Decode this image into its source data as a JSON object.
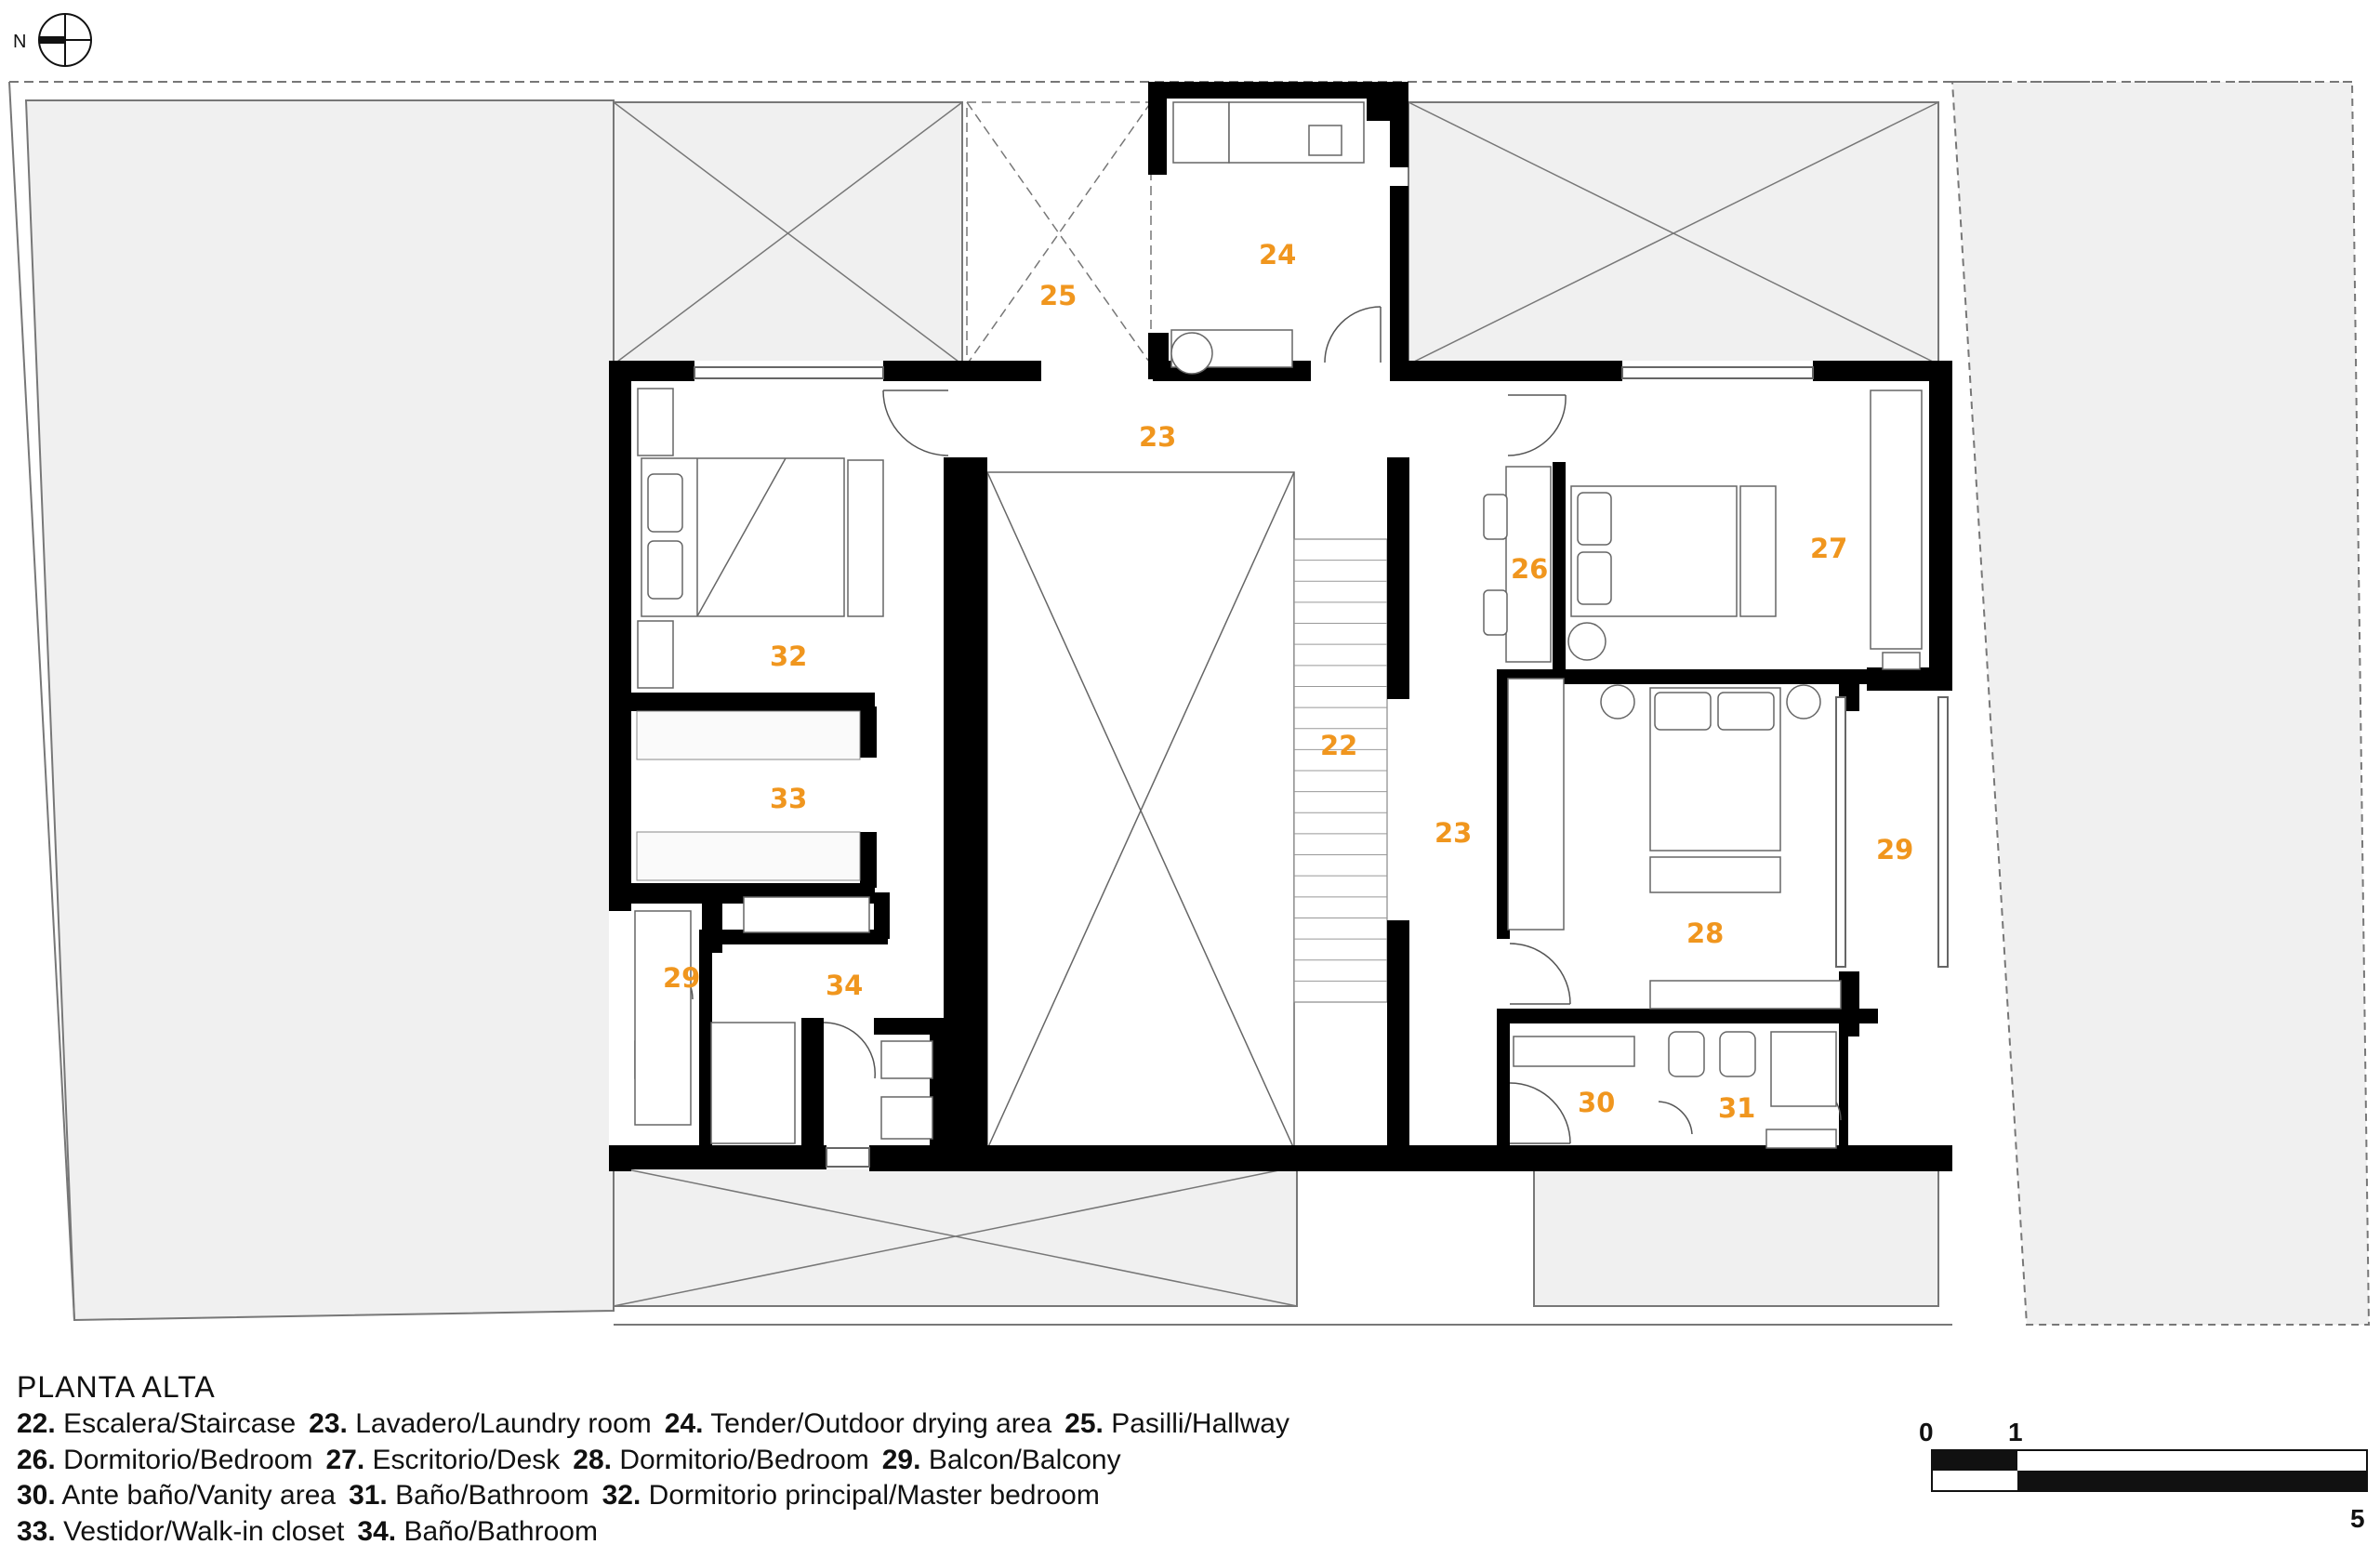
{
  "compass": {
    "label": "N"
  },
  "room_labels": [
    {
      "id": "r22",
      "text": "22"
    },
    {
      "id": "r23a",
      "text": "23"
    },
    {
      "id": "r23b",
      "text": "23"
    },
    {
      "id": "r24",
      "text": "24"
    },
    {
      "id": "r25",
      "text": "25"
    },
    {
      "id": "r26",
      "text": "26"
    },
    {
      "id": "r27",
      "text": "27"
    },
    {
      "id": "r28",
      "text": "28"
    },
    {
      "id": "r29a",
      "text": "29"
    },
    {
      "id": "r29b",
      "text": "29"
    },
    {
      "id": "r30",
      "text": "30"
    },
    {
      "id": "r31",
      "text": "31"
    },
    {
      "id": "r32",
      "text": "32"
    },
    {
      "id": "r33",
      "text": "33"
    },
    {
      "id": "r34",
      "text": "34"
    }
  ],
  "legend": {
    "title": "PLANTA ALTA",
    "rows": [
      [
        {
          "num": "22.",
          "text": "Escalera/Staircase"
        },
        {
          "num": "23.",
          "text": "Lavadero/Laundry room"
        },
        {
          "num": "24.",
          "text": "Tender/Outdoor drying area"
        },
        {
          "num": "25.",
          "text": "Pasilli/Hallway"
        }
      ],
      [
        {
          "num": "26.",
          "text": "Dormitorio/Bedroom"
        },
        {
          "num": "27.",
          "text": "Escritorio/Desk"
        },
        {
          "num": "28.",
          "text": "Dormitorio/Bedroom"
        },
        {
          "num": "29.",
          "text": "Balcon/Balcony"
        }
      ],
      [
        {
          "num": "30.",
          "text": "Ante baño/Vanity area"
        },
        {
          "num": "31.",
          "text": "Baño/Bathroom"
        },
        {
          "num": "32.",
          "text": "Dormitorio principal/Master bedroom"
        }
      ],
      [
        {
          "num": "33.",
          "text": "Vestidor/Walk-in closet"
        },
        {
          "num": "34.",
          "text": "Baño/Bathroom"
        }
      ]
    ]
  },
  "scale_bar": {
    "start": "0",
    "mid": "1",
    "end": "5"
  },
  "colors": {
    "wall": "#000000",
    "label": "#f0961e",
    "terrace": "#f0f0f0",
    "line": "#555555"
  }
}
